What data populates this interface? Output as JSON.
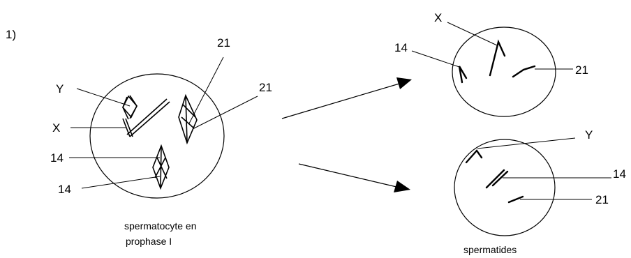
{
  "question_number": "1)",
  "spermatocyte": {
    "caption_line1": "spermatocyte en",
    "caption_line2": "prophase I",
    "labels": {
      "y": "Y",
      "x": "X",
      "c14_top": "14",
      "c14_bottom": "14",
      "c21_top": "21",
      "c21_bottom": "21"
    }
  },
  "spermatid_top": {
    "labels": {
      "x": "X",
      "c14": "14",
      "c21": "21"
    }
  },
  "spermatid_bottom": {
    "caption": "spermatides",
    "labels": {
      "y": "Y",
      "c14": "14",
      "c21": "21"
    }
  },
  "colors": {
    "ink": "#000000",
    "background": "#ffffff"
  }
}
